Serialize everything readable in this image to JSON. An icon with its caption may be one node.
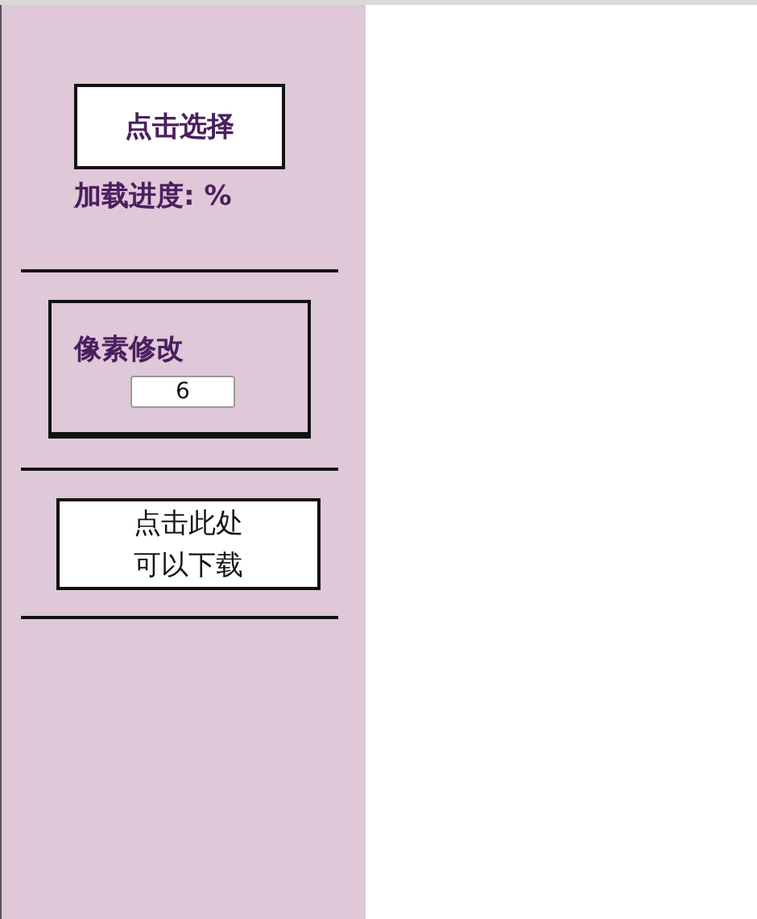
{
  "diagram": {
    "nodes": [
      {
        "text": [
          "点击选择"
        ]
      },
      {
        "text": [
          "像素修改"
        ]
      },
      {
        "text": [
          "6"
        ],
        "in": 1
      },
      {
        "text": [
          "点击此处可以下载"
        ]
      }
    ],
    "labels": [
      "加载进度: %"
    ]
  }
}
